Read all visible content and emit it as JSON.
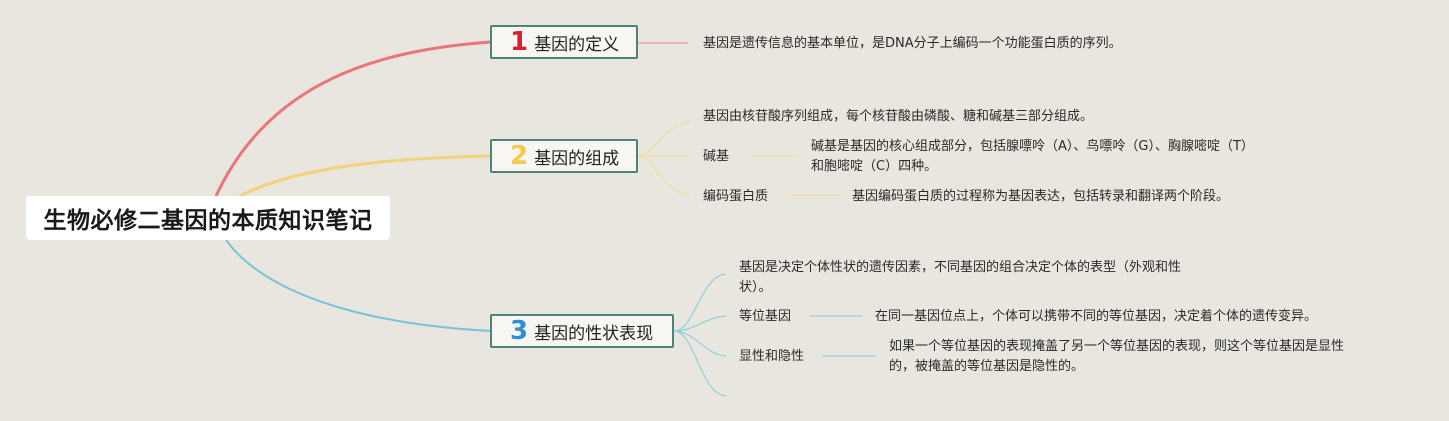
{
  "root": {
    "title": "生物必修二基因的本质知识笔记"
  },
  "colors": {
    "branch1": "#d9212c",
    "branch2": "#f2c94c",
    "branch3": "#2d8fd5",
    "line1": "#e9767a",
    "line2": "#f2d27a",
    "line3": "#79c3d6",
    "border": "#4e8477"
  },
  "branches": [
    {
      "number": "1",
      "label": "基因的定义",
      "items": [
        {
          "text": "基因是遗传信息的基本单位，是DNA分子上编码一个功能蛋白质的序列。"
        }
      ]
    },
    {
      "number": "2",
      "label": "基因的组成",
      "items": [
        {
          "text": "基因由核苷酸序列组成，每个核苷酸由磷酸、糖和碱基三部分组成。"
        },
        {
          "label": "碱基",
          "detail": [
            "碱基是基因的核心组成部分，包括腺嘌呤（A）、鸟嘌呤（G）、胸腺嘧啶（T）",
            "和胞嘧啶（C）四种。"
          ]
        },
        {
          "label": "编码蛋白质",
          "detail": [
            "基因编码蛋白质的过程称为基因表达，包括转录和翻译两个阶段。"
          ]
        }
      ]
    },
    {
      "number": "3",
      "label": "基因的性状表现",
      "items": [
        {
          "text": [
            "基因是决定个体性状的遗传因素，不同基因的组合决定个体的表型（外观和性",
            "状）。"
          ]
        },
        {
          "label": "等位基因",
          "detail": [
            "在同一基因位点上，个体可以携带不同的等位基因，决定着个体的遗传变异。"
          ]
        },
        {
          "label": "显性和隐性",
          "detail": [
            "如果一个等位基因的表现掩盖了另一个等位基因的表现，则这个等位基因是显性",
            "的，被掩盖的等位基因是隐性的。"
          ]
        }
      ]
    }
  ]
}
